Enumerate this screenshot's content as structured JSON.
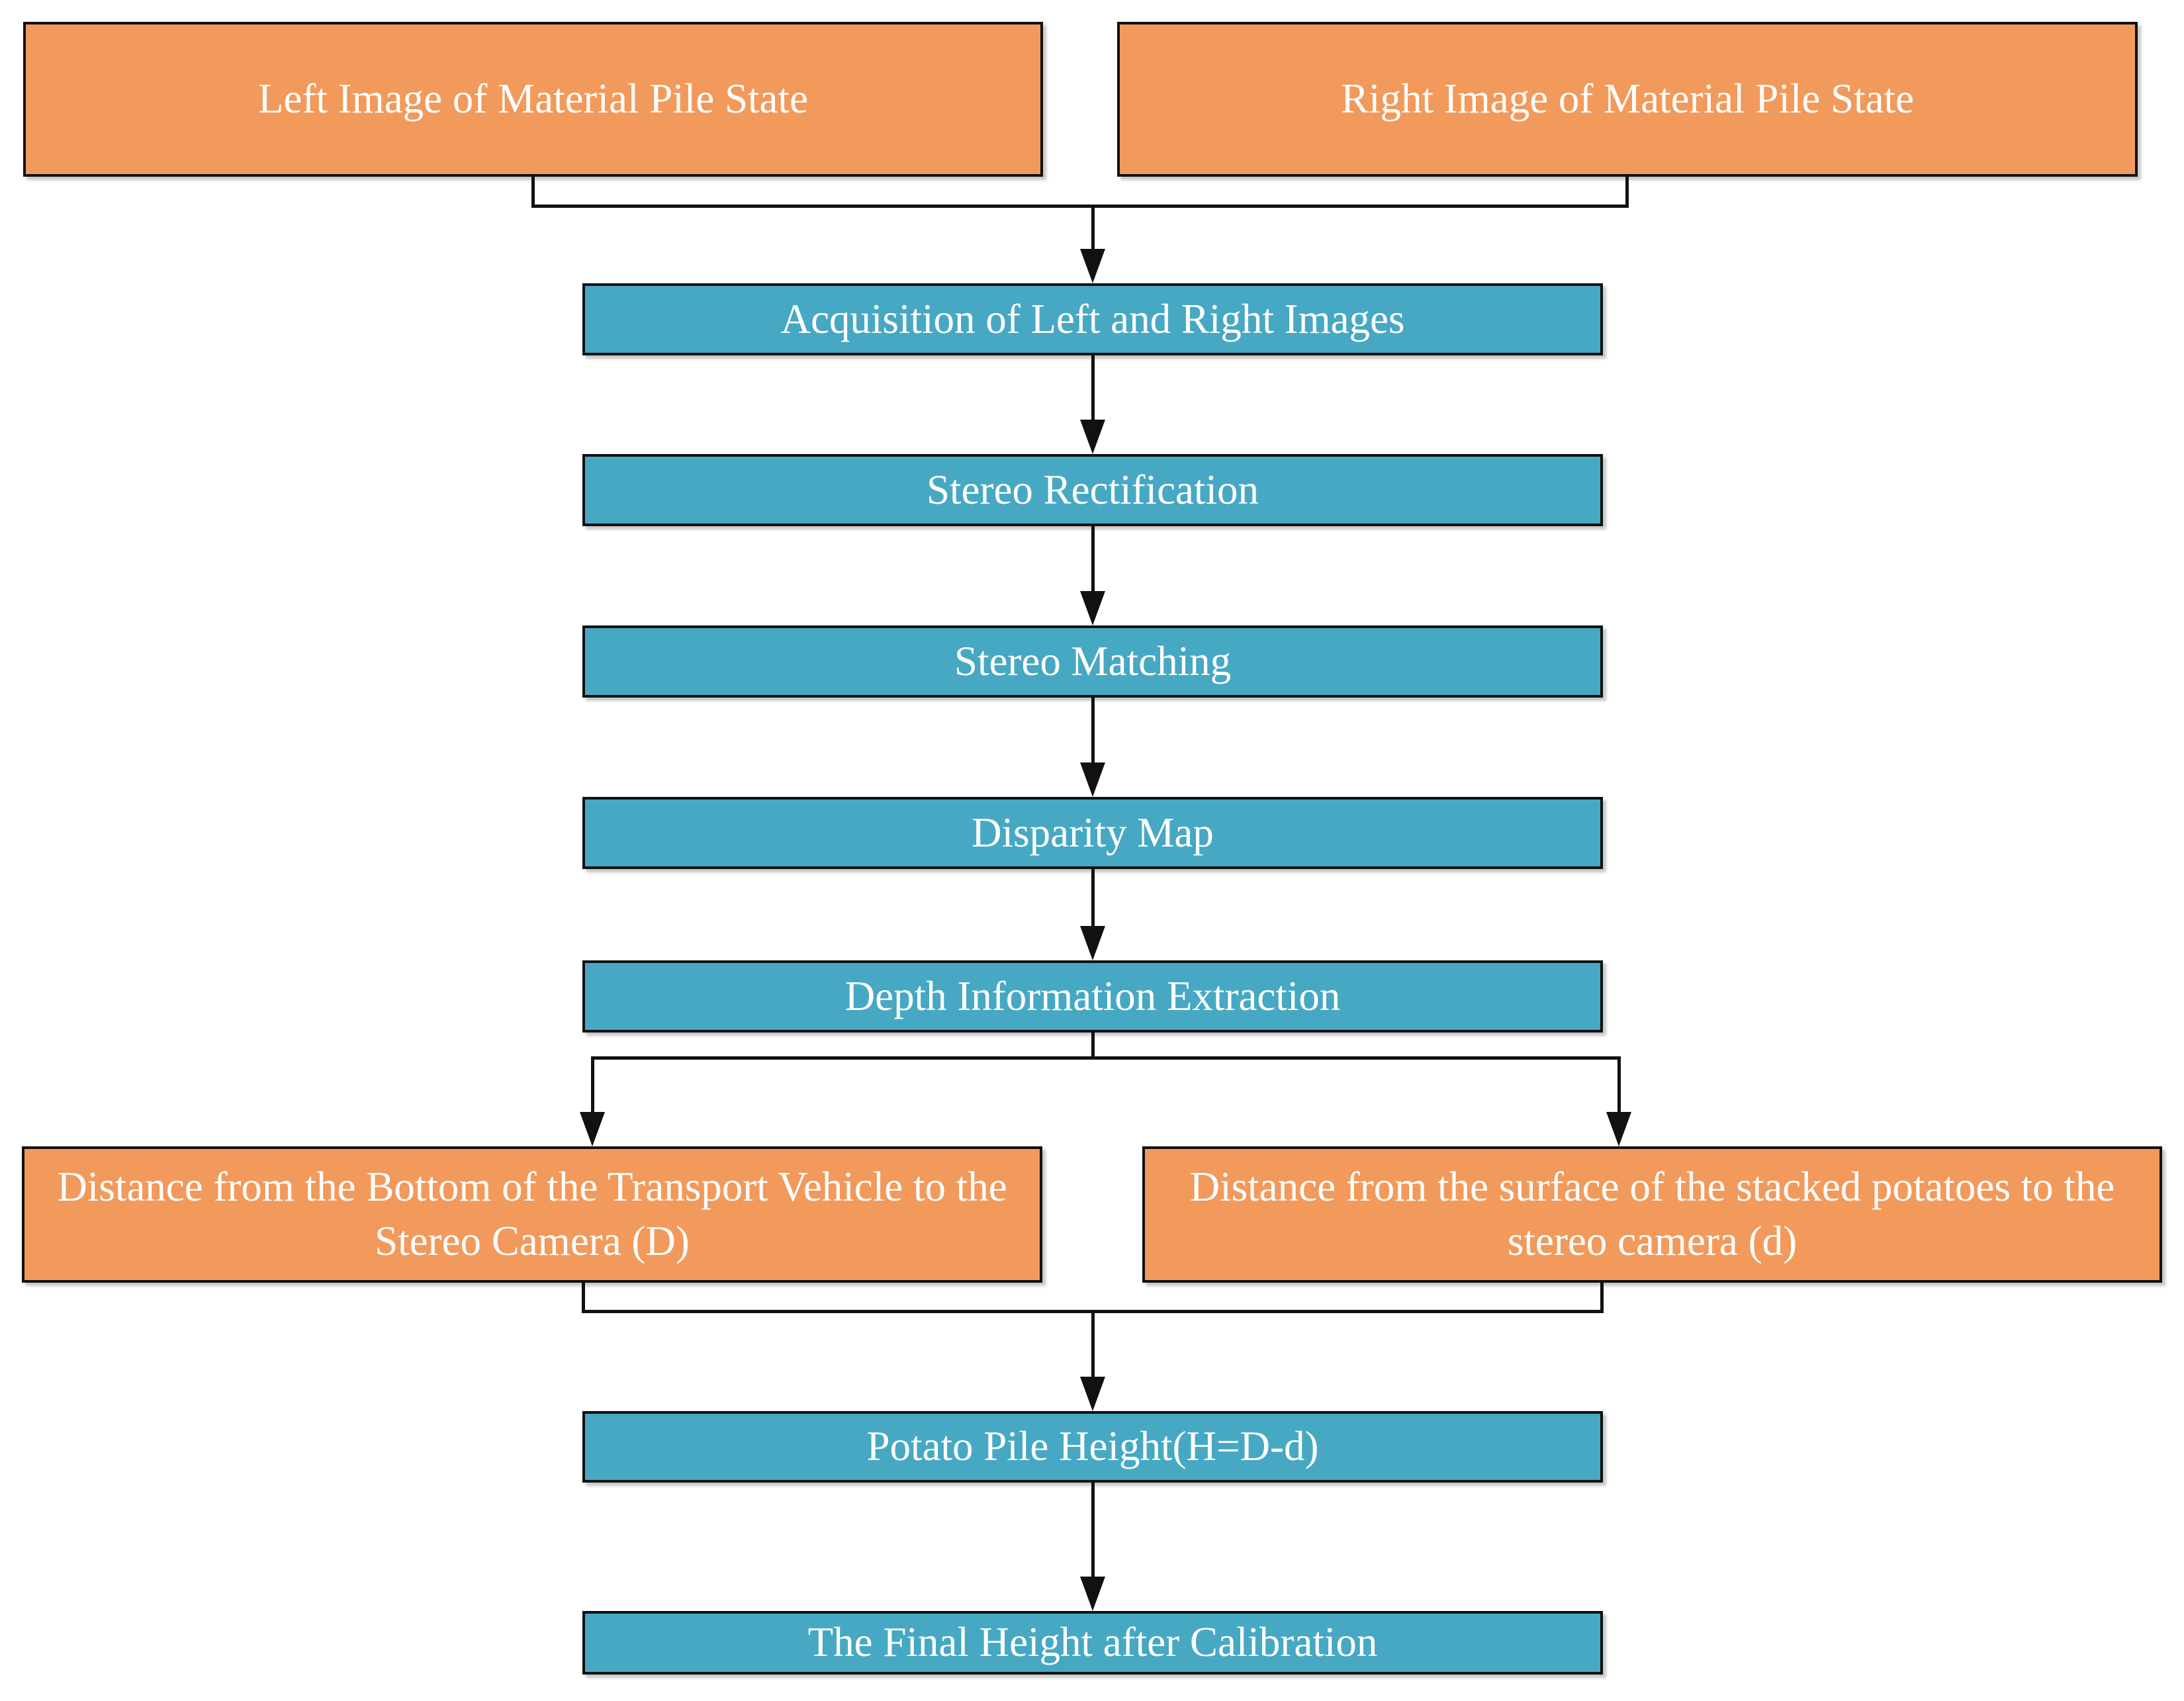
{
  "diagram": {
    "title": "Potato pile height measurement flowchart",
    "colors": {
      "orange_fill": "#F19A5C",
      "blue_fill": "#47A8C3",
      "line": "#111111",
      "text": "#FFFFFF",
      "background": "#FFFFFF"
    },
    "nodes": {
      "left_image": {
        "label": "Left Image of Material Pile State",
        "color": "orange"
      },
      "right_image": {
        "label": "Right Image of Material Pile State",
        "color": "orange"
      },
      "acquisition": {
        "label": "Acquisition of Left and Right Images",
        "color": "blue"
      },
      "rectification": {
        "label": "Stereo Rectification",
        "color": "blue"
      },
      "matching": {
        "label": "Stereo Matching",
        "color": "blue"
      },
      "disparity": {
        "label": "Disparity Map",
        "color": "blue"
      },
      "depth": {
        "label": "Depth Information Extraction",
        "color": "blue"
      },
      "distance_vehicle": {
        "label": "Distance from the Bottom of the Transport Vehicle to the Stereo Camera (D)",
        "color": "orange"
      },
      "distance_potatoes": {
        "label": "Distance from the surface of the stacked potatoes to the stereo camera (d)",
        "color": "orange"
      },
      "pile_height": {
        "label": "Potato Pile Height(H=D-d)",
        "color": "blue"
      },
      "final_height": {
        "label": "The Final Height after Calibration",
        "color": "blue"
      }
    },
    "edges": [
      {
        "from": "left_image",
        "to": "acquisition"
      },
      {
        "from": "right_image",
        "to": "acquisition"
      },
      {
        "from": "acquisition",
        "to": "rectification"
      },
      {
        "from": "rectification",
        "to": "matching"
      },
      {
        "from": "matching",
        "to": "disparity"
      },
      {
        "from": "disparity",
        "to": "depth"
      },
      {
        "from": "depth",
        "to": "distance_vehicle"
      },
      {
        "from": "depth",
        "to": "distance_potatoes"
      },
      {
        "from": "distance_vehicle",
        "to": "pile_height"
      },
      {
        "from": "distance_potatoes",
        "to": "pile_height"
      },
      {
        "from": "pile_height",
        "to": "final_height"
      }
    ]
  }
}
